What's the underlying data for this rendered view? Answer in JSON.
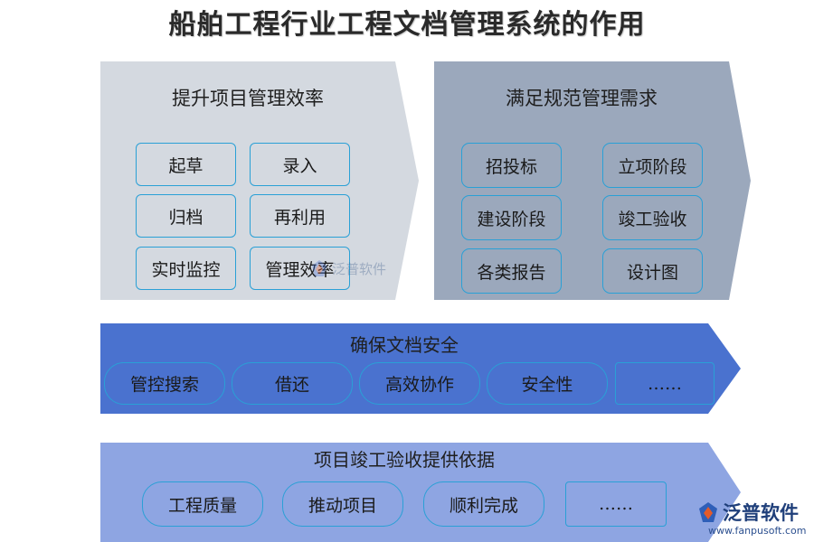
{
  "title": "船舶工程行业工程文档管理系统的作用",
  "panel1": {
    "title": "提升项目管理效率",
    "items": [
      "起草",
      "录入",
      "归档",
      "再利用",
      "实时监控",
      "管理效率"
    ]
  },
  "panel2": {
    "title": "满足规范管理需求",
    "items": [
      "招投标",
      "立项阶段",
      "建设阶段",
      "竣工验收",
      "各类报告",
      "设计图"
    ]
  },
  "panel3": {
    "title": "确保文档安全",
    "items": [
      "管控搜索",
      "借还",
      "高效协作",
      "安全性",
      "……"
    ]
  },
  "panel4": {
    "title": "项目竣工验收提供依据",
    "items": [
      "工程质量",
      "推动项目",
      "顺利完成",
      "……"
    ]
  },
  "watermark": {
    "brand": "泛普软件"
  },
  "logo": {
    "brand": "泛普软件",
    "url": "www.fanpusoft.com"
  },
  "colors": {
    "panel1": "#d4d9e0",
    "panel2": "#9ba8bc",
    "panel3": "#4a72cf",
    "panel4": "#8ea5e2",
    "box_border": "#2aa0d6"
  }
}
